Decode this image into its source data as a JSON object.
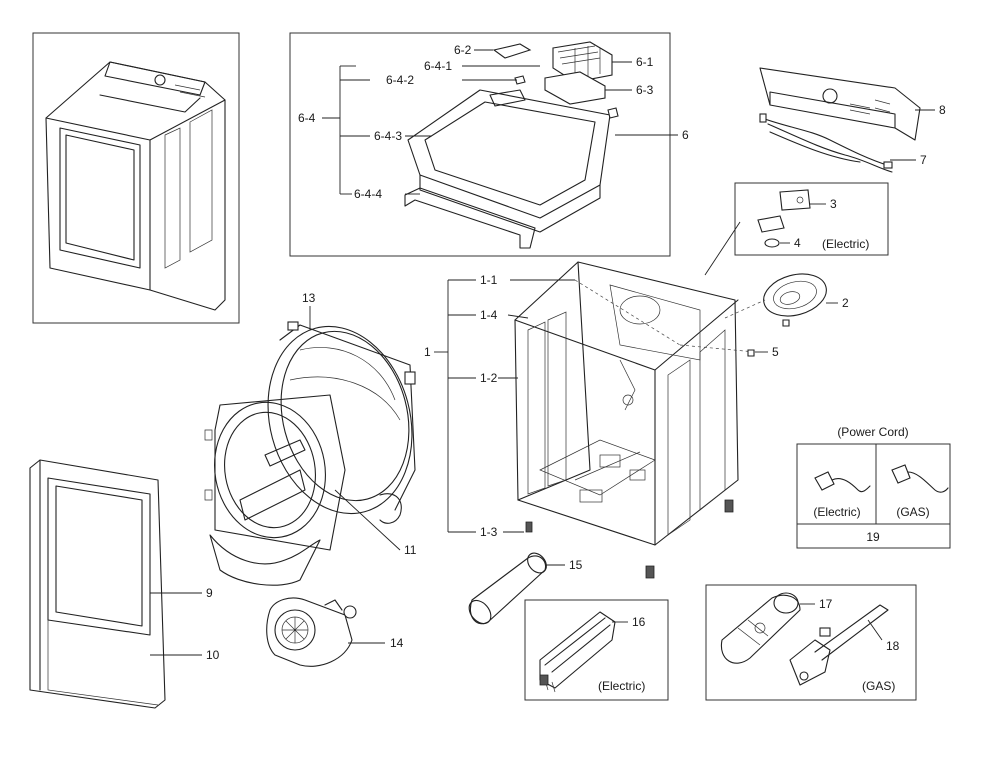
{
  "callouts": {
    "c1": "1",
    "c1_1": "1-1",
    "c1_2": "1-2",
    "c1_3": "1-3",
    "c1_4": "1-4",
    "c2": "2",
    "c3": "3",
    "c4": "4",
    "c5": "5",
    "c6": "6",
    "c6_1": "6-1",
    "c6_2": "6-2",
    "c6_3": "6-3",
    "c6_4": "6-4",
    "c6_4_1": "6-4-1",
    "c6_4_2": "6-4-2",
    "c6_4_3": "6-4-3",
    "c6_4_4": "6-4-4",
    "c7": "7",
    "c8": "8",
    "c9": "9",
    "c10": "10",
    "c11": "11",
    "c13": "13",
    "c14": "14",
    "c15": "15",
    "c16": "16",
    "c17": "17",
    "c18": "18",
    "c19": "19"
  },
  "notes": {
    "electric_heater_board": "(Electric)",
    "power_cord_title": "(Power Cord)",
    "power_cord_electric": "(Electric)",
    "power_cord_gas": "(GAS)",
    "heater_electric": "(Electric)",
    "burner_gas": "(GAS)"
  }
}
